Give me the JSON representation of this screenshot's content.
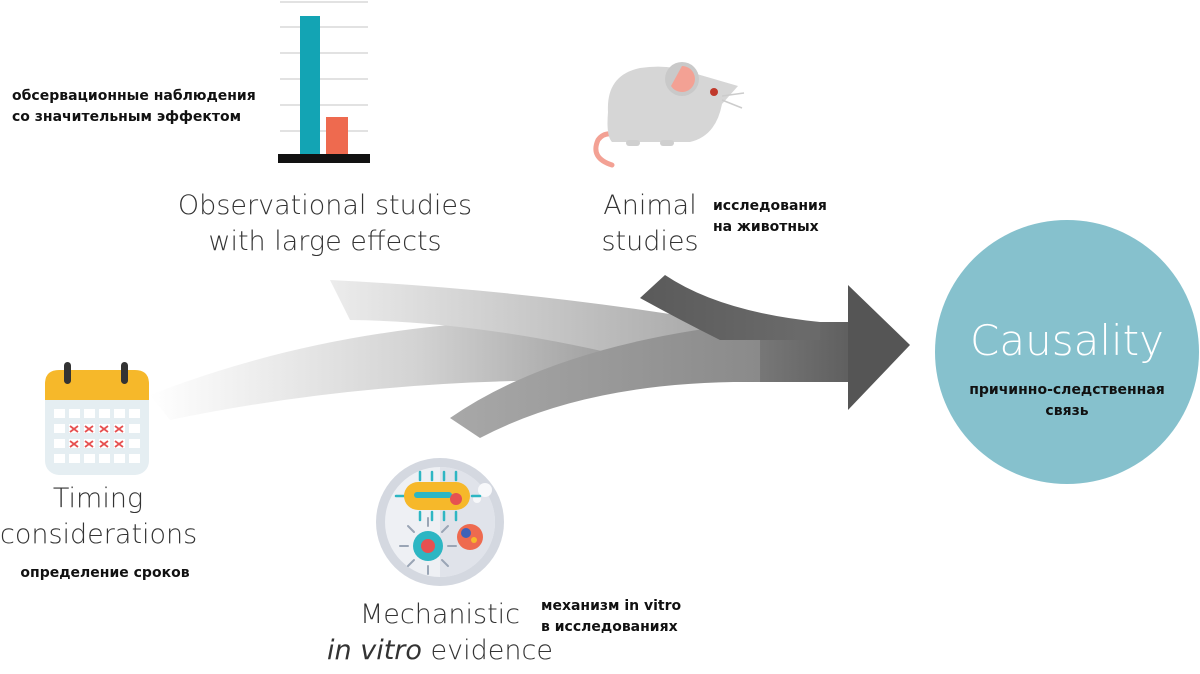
{
  "colors": {
    "circle": "#86c1cd",
    "bar_tall": "#13a4b4",
    "bar_short": "#ee6a4f",
    "calendar_top": "#f6b82a",
    "calendar_x": "#e65151",
    "mouse": "#d6d6d6",
    "mouse_ear": "#f3a194",
    "arrow_dark": "#585858"
  },
  "icons": {
    "observational": "bar-chart-icon",
    "animal": "mouse-icon",
    "timing": "calendar-icon",
    "mechanistic": "petri-dish-icon"
  },
  "observational": {
    "title_line1": "Observational studies",
    "title_line2": "with large effects",
    "ru_line1": "обсервационные наблюдения",
    "ru_line2": "со значительным эффектом",
    "bars": [
      1.0,
      0.28
    ]
  },
  "animal": {
    "title_line1": "Animal",
    "title_line2": "studies",
    "ru_line1": "исследования",
    "ru_line2": "на животных"
  },
  "timing": {
    "title_line1": "Timing",
    "title_line2": "considerations",
    "ru": "определение сроков"
  },
  "mechanistic": {
    "title_line1": "Mechanistic",
    "title_italic": "in vitro",
    "title_rest": " evidence",
    "ru_line1": "механизм in vitro",
    "ru_line2": "в исследованиях"
  },
  "causality": {
    "title": "Causality",
    "ru_line1": "причинно-следственная",
    "ru_line2": "связь"
  }
}
